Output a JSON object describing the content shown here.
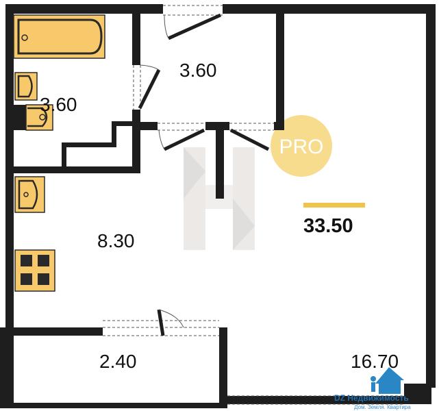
{
  "plan": {
    "rooms": [
      {
        "id": "bathroom",
        "area": "3.60"
      },
      {
        "id": "hallway",
        "area": "3.60"
      },
      {
        "id": "kitchen",
        "area": "8.30"
      },
      {
        "id": "balcony",
        "area": "2.40"
      },
      {
        "id": "living-room",
        "area": "16.70"
      }
    ],
    "total_area": "33.50",
    "badge": "PRO",
    "colors": {
      "wall": "#1e1e1e",
      "fixture": "#f7c96a",
      "badge": "#f7d679",
      "accent_bar": "#f0c44c"
    }
  },
  "watermark": {
    "brand": "DZ Недвижимость",
    "tagline": "Дом. Земля. Квартира"
  }
}
